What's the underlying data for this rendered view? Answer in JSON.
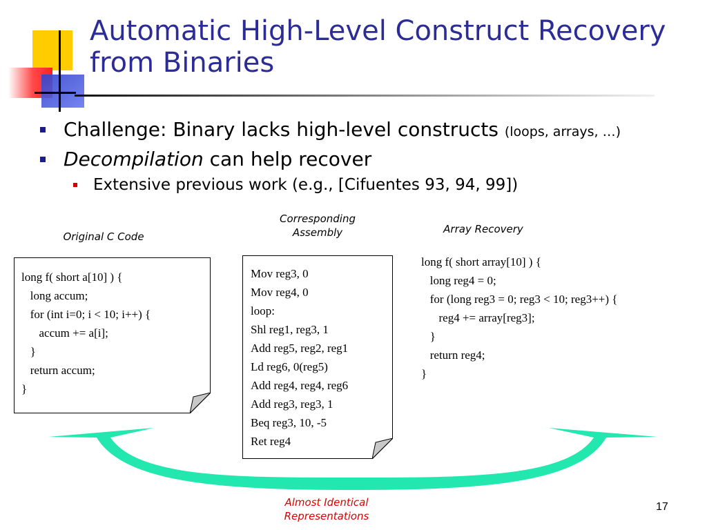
{
  "slide": {
    "title": "Automatic High-Level Construct Recovery from Binaries",
    "bullets": [
      {
        "text": "Challenge: Binary lacks high-level constructs ",
        "small": "(loops, arrays, …)"
      },
      {
        "italic": "Decompilation",
        "text": " can help recover"
      }
    ],
    "sub_bullet": "Extensive previous work (e.g., [Cifuentes 93, 94, 99])",
    "captions": {
      "c_code": "Original C Code",
      "assembly_line1": "Corresponding",
      "assembly_line2": "Assembly",
      "array_recovery": "Array Recovery",
      "bottom_line1": "Almost Identical",
      "bottom_line2": "Representations"
    },
    "c_code": "long f( short a[10] ) {\n   long accum;\n   for (int i=0; i < 10; i++) {\n      accum += a[i];\n   }\n   return accum;\n}",
    "assembly": "Mov reg3, 0\nMov reg4, 0\nloop:\nShl reg1, reg3, 1\nAdd reg5, reg2, reg1\nLd reg6, 0(reg5)\nAdd reg4, reg4, reg6\nAdd reg3, reg3, 1\nBeq reg3, 10, -5\nRet reg4",
    "array_code": "long f( short array[10] ) {\n   long reg4 = 0;\n   for (long reg3 = 0; reg3 < 10; reg3++) {\n      reg4 += array[reg3];\n   }\n   return reg4;\n}",
    "page_number": "17"
  },
  "colors": {
    "title": "#2b2c97",
    "bullet_marker": "#1c1c8a",
    "sub_bullet_marker": "#d40000",
    "arrow": "#22e8b0",
    "bottom_caption": "#dd0000"
  }
}
